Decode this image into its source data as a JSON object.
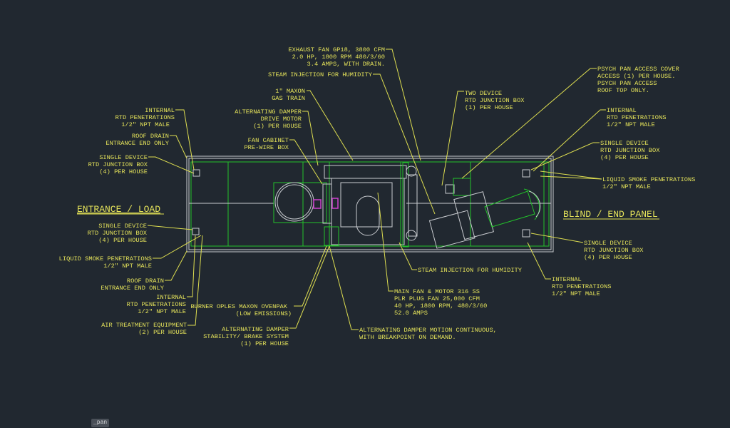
{
  "drawing": {
    "zones": {
      "left": "ENTRANCE / LOAD",
      "right": "BLIND / END PANEL"
    },
    "callouts": {
      "l_internal_top": [
        "INTERNAL",
        "RTD PENETRATIONS",
        "1/2\" NPT MALE"
      ],
      "l_roof_drain_top": [
        "ROOF DRAIN",
        "ENTRANCE END ONLY"
      ],
      "l_single_top": [
        "SINGLE DEVICE",
        "RTD JUNCTION BOX",
        "(4) PER HOUSE"
      ],
      "l_single_bot": [
        "SINGLE DEVICE",
        "RTD JUNCTION BOX",
        "(4) PER HOUSE"
      ],
      "l_liquid_smoke": [
        "LIQUID SMOKE PENETRATIONS",
        "1/2\" NPT MALE"
      ],
      "l_roof_drain_bot": [
        "ROOF DRAIN",
        "ENTRANCE END ONLY"
      ],
      "l_internal_bot": [
        "INTERNAL",
        "RTD PENETRATIONS",
        "1/2\" NPT MALE"
      ],
      "l_air_treatment": [
        "AIR TREATMENT EQUIPMENT",
        "(2) PER HOUSE"
      ],
      "t_exhaust_fan": [
        "EXHAUST FAN GP18, 3800 CFM",
        "2.0 HP, 1800 RPM 480/3/60",
        "3.4 AMPS, WITH DRAIN."
      ],
      "t_steam": [
        "STEAM INJECTION FOR HUMIDITY"
      ],
      "t_maxon": [
        "1\" MAXON",
        "GAS TRAIN"
      ],
      "t_damper_motor": [
        "ALTERNATING DAMPER",
        "DRIVE MOTOR",
        "(1) PER HOUSE"
      ],
      "t_fan_cabinet": [
        "FAN CABINET",
        "PRE-WIRE BOX"
      ],
      "r_two_device": [
        "TWO DEVICE",
        "RTD JUNCTION BOX",
        "(1) PER HOUSE"
      ],
      "r_psych_pan": [
        "PSYCH PAN ACCESS COVER",
        "ACCESS (1) PER HOUSE.",
        "PSYCH PAN ACCESS",
        "ROOF TOP ONLY."
      ],
      "r_internal_top": [
        "INTERNAL",
        "RTD PENETRATIONS",
        "1/2\" NPT MALE"
      ],
      "r_single_top": [
        "SINGLE DEVICE",
        "RTD JUNCTION BOX",
        "(4) PER HOUSE"
      ],
      "r_liquid_smoke": [
        "LIQUID SMOKE PENETRATIONS",
        "1/2\" NPT MALE"
      ],
      "r_single_bot": [
        "SINGLE DEVICE",
        "RTD JUNCTION BOX",
        "(4) PER HOUSE"
      ],
      "r_internal_bot": [
        "INTERNAL",
        "RTD PENETRATIONS",
        "1/2\" NPT MALE"
      ],
      "b_steam": [
        "STEAM INJECTION FOR HUMIDITY"
      ],
      "b_main_fan": [
        "MAIN FAN & MOTOR 316 SS",
        "PLR PLUG FAN 25,000 CFM",
        "40 HP, 1800 RPM, 480/3/60",
        "52.0 AMPS"
      ],
      "b_burner": [
        "BURNER OPLES MAXON OVENPAK",
        "(LOW EMISSIONS)"
      ],
      "b_damper_brake": [
        "ALTERNATING DAMPER",
        "STABILITY/ BRAKE SYSTEM",
        "(1) PER HOUSE"
      ],
      "b_damper_motion": [
        "ALTERNATING DAMPER MOTION CONTINUOUS,",
        "WITH BREAKPOINT ON DEMAND."
      ]
    }
  },
  "command_line": {
    "text": "_pan"
  },
  "colors": {
    "background": "#212830",
    "annotation": "#e4e25a",
    "outline": "#22c22a"
  }
}
